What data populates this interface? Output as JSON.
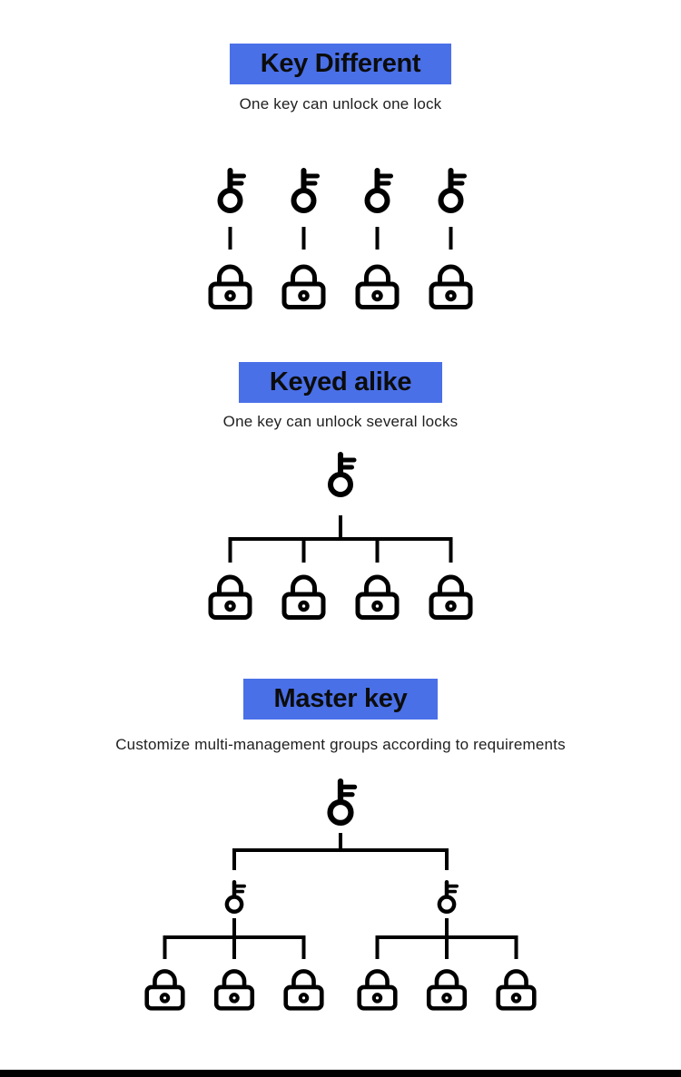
{
  "page": {
    "background": "#ffffff"
  },
  "colors": {
    "banner": "#4a70e8",
    "title_text": "#0c0c0c",
    "subtitle_text": "#1f1f1f",
    "icon": "#000000",
    "footer_bar": "#000000"
  },
  "icons": {
    "key": "key-icon",
    "lock": "lock-icon"
  },
  "sections": [
    {
      "id": "key-different",
      "title": "Key Different",
      "subtitle": "One key can unlock one lock",
      "diagram": {
        "type": "pairs",
        "keys": 4,
        "locks": 4
      }
    },
    {
      "id": "keyed-alike",
      "title": "Keyed alike",
      "subtitle": "One key can unlock several locks",
      "diagram": {
        "type": "one-to-many",
        "keys": 1,
        "locks": 4
      }
    },
    {
      "id": "master-key",
      "title": "Master key",
      "subtitle": "Customize multi-management groups according to requirements",
      "diagram": {
        "type": "two-level-tree",
        "master_keys": 1,
        "sub_keys": 2,
        "locks_per_sub_key": 3,
        "locks": 6
      }
    }
  ]
}
